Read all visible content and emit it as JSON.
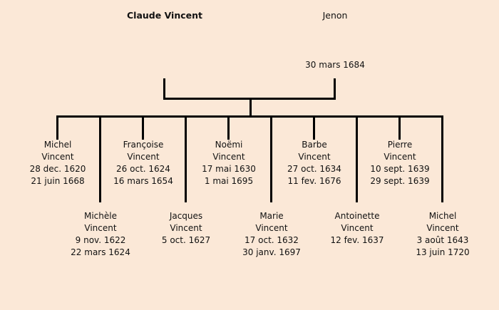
{
  "diagram": {
    "type": "family-tree",
    "background_color": "#fbe8d7",
    "line_color": "#000000",
    "text_color": "#111111",
    "surname": "Vincent"
  },
  "parents": {
    "father": {
      "given": "Claude",
      "family": "Vincent"
    },
    "mother": {
      "given": "Jenon",
      "family": ""
    },
    "marriage_date": "30 mars 1684"
  },
  "children_row1": [
    {
      "given": "Michel",
      "family": "Vincent",
      "birth": "28 dec. 1620",
      "death": "21 juin 1668"
    },
    {
      "given": "Françoise",
      "family": "Vincent",
      "birth": "26 oct. 1624",
      "death": "16 mars 1654"
    },
    {
      "given": "Noëmi",
      "family": "Vincent",
      "birth": "17 mai 1630",
      "death": "1 mai 1695"
    },
    {
      "given": "Barbe",
      "family": "Vincent",
      "birth": "27 oct. 1634",
      "death": "11 fev. 1676"
    },
    {
      "given": "Pierre",
      "family": "Vincent",
      "birth": "10 sept. 1639",
      "death": "29 sept. 1639"
    }
  ],
  "children_row2": [
    {
      "given": "Michèle",
      "family": "Vincent",
      "birth": "9 nov. 1622",
      "death": "22 mars 1624"
    },
    {
      "given": "Jacques",
      "family": "Vincent",
      "birth": "5 oct. 1627",
      "death": ""
    },
    {
      "given": "Marie",
      "family": "Vincent",
      "birth": "17 oct. 1632",
      "death": "30 janv. 1697"
    },
    {
      "given": "Antoinette",
      "family": "Vincent",
      "birth": "12 fev. 1637",
      "death": ""
    },
    {
      "given": "Michel",
      "family": "Vincent",
      "birth": "3 août 1643",
      "death": "13 juin 1720"
    }
  ]
}
